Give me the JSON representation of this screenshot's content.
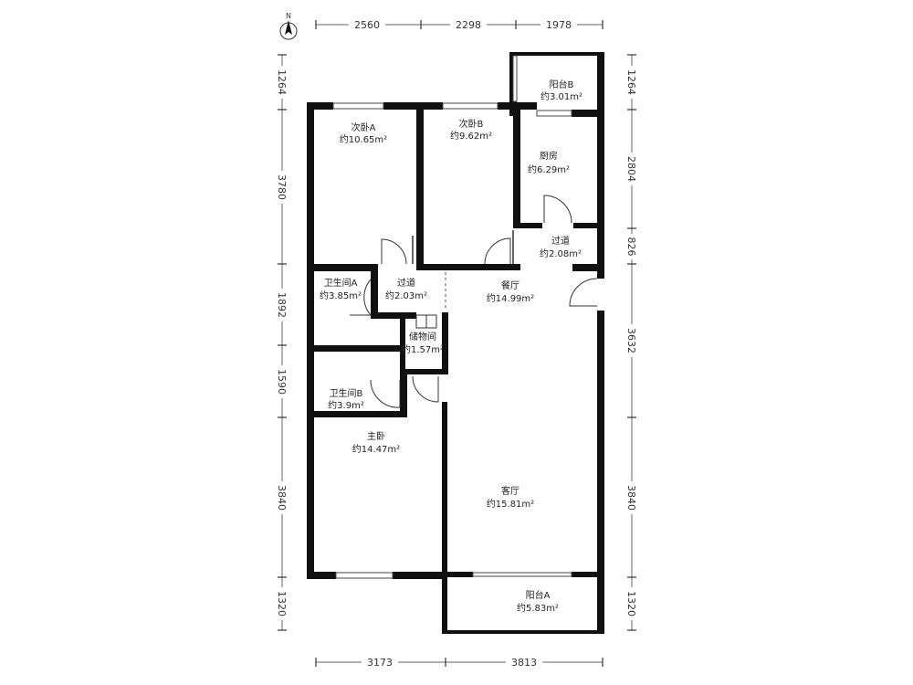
{
  "compass": {
    "label": "N"
  },
  "dims_top": [
    "2560",
    "2298",
    "1978"
  ],
  "dims_bottom": [
    "3173",
    "3813"
  ],
  "dims_left": [
    "1264",
    "3780",
    "1892",
    "1590",
    "3840",
    "1320"
  ],
  "dims_right": [
    "1264",
    "2804",
    "826",
    "3632",
    "3840",
    "1320"
  ],
  "rooms": [
    {
      "name": "阳台B",
      "area": "约3.01m²"
    },
    {
      "name": "次卧A",
      "area": "约10.65m²"
    },
    {
      "name": "次卧B",
      "area": "约9.62m²"
    },
    {
      "name": "厨房",
      "area": "约6.29m²"
    },
    {
      "name": "过道",
      "area": "约2.08m²"
    },
    {
      "name": "卫生间A",
      "area": "约3.85m²"
    },
    {
      "name": "过道",
      "area": "约2.03m²"
    },
    {
      "name": "餐厅",
      "area": "约14.99m²"
    },
    {
      "name": "储物间",
      "area": "约1.57m²"
    },
    {
      "name": "卫生间B",
      "area": "约3.9m²"
    },
    {
      "name": "主卧",
      "area": "约14.47m²"
    },
    {
      "name": "客厅",
      "area": "约15.81m²"
    },
    {
      "name": "阳台A",
      "area": "约5.83m²"
    }
  ]
}
